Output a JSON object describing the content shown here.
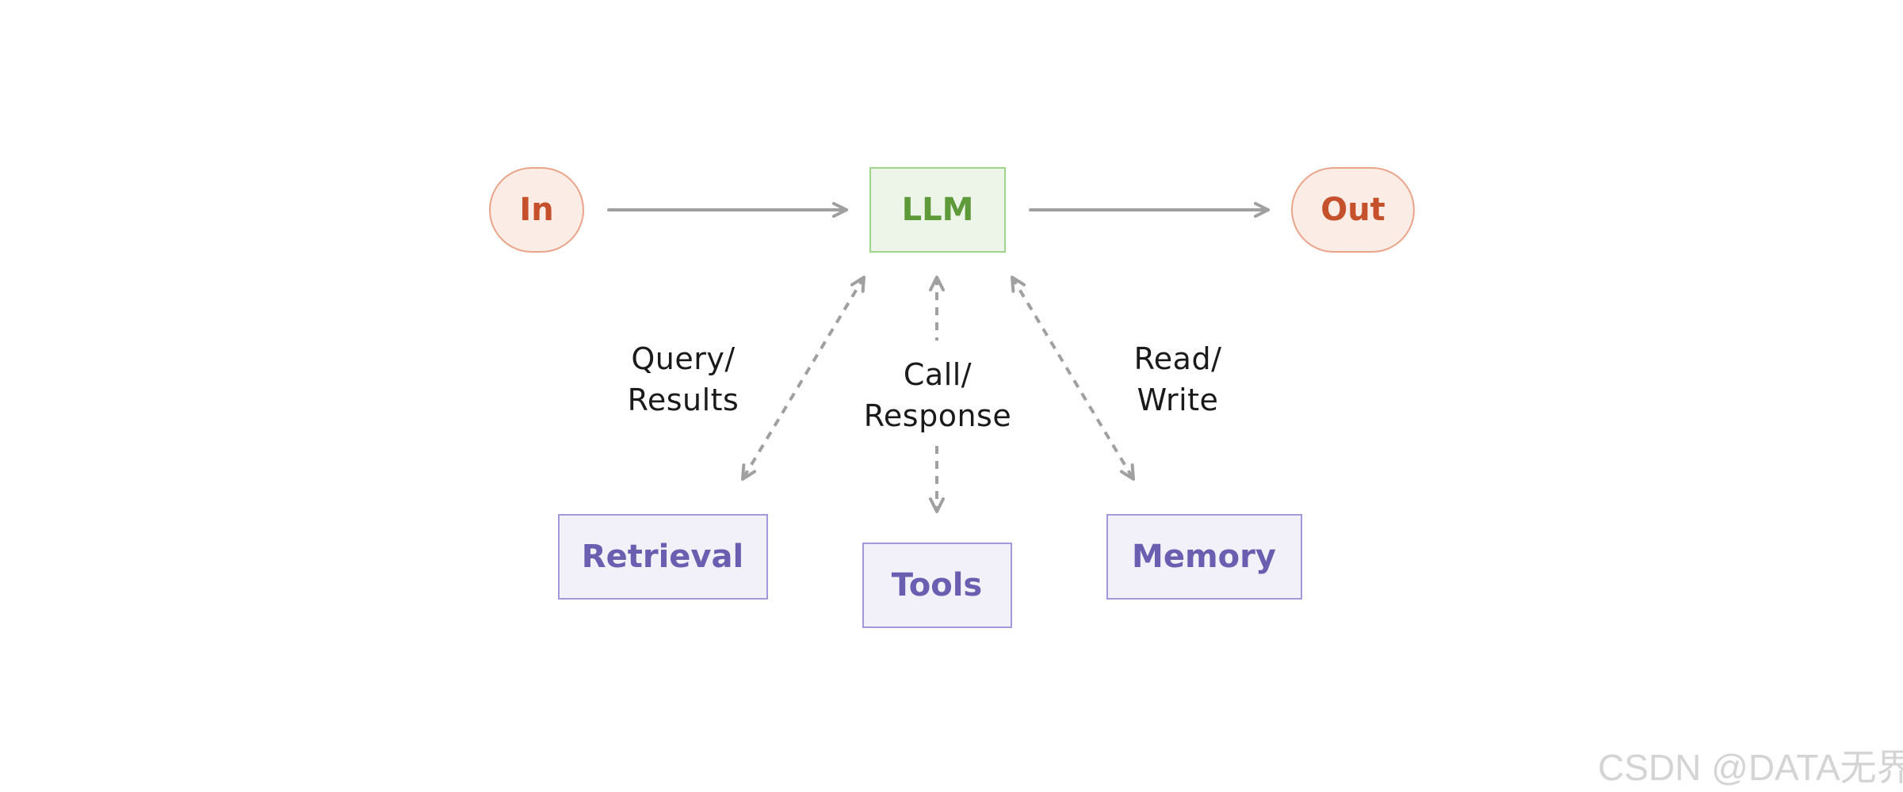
{
  "nodes": {
    "input": "In",
    "llm": "LLM",
    "output": "Out",
    "retrieval": "Retrieval",
    "tools": "Tools",
    "memory": "Memory"
  },
  "edges": {
    "retrieval": {
      "line1": "Query/",
      "line2": "Results"
    },
    "tools": {
      "line1": "Call/",
      "line2": "Response"
    },
    "memory": {
      "line1": "Read/",
      "line2": "Write"
    }
  },
  "watermark": "CSDN @DATA无界",
  "colors": {
    "io_fill": "#fbece6",
    "io_stroke": "#eaa48a",
    "io_text": "#c4512c",
    "llm_fill": "#edf5e8",
    "llm_stroke": "#9fd48c",
    "llm_text": "#5e9a3a",
    "aug_fill": "#f2f0f9",
    "aug_stroke": "#a497dc",
    "aug_text": "#6a5eb0",
    "arrow": "#a0a0a0"
  }
}
